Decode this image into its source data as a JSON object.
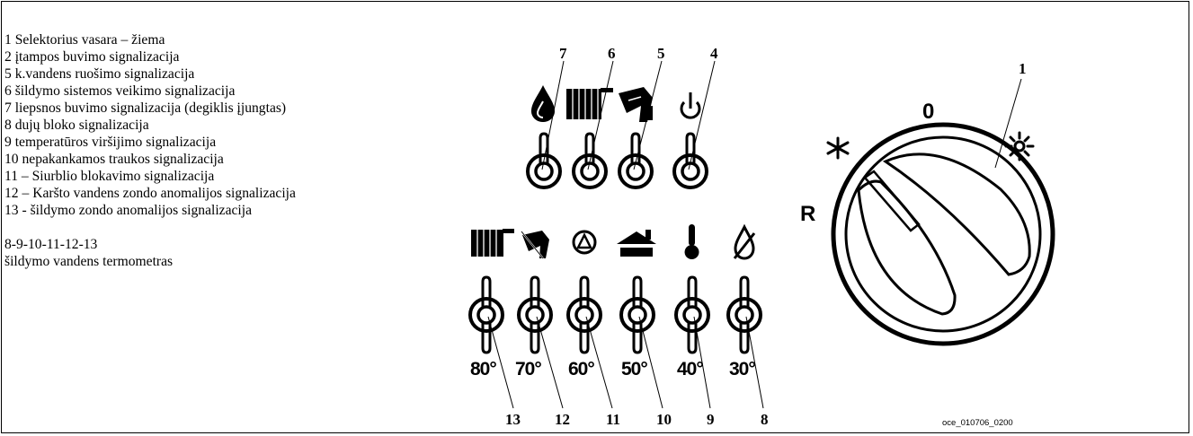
{
  "legend": {
    "items": [
      "1 Selektorius vasara – žiema",
      "2 įtampos buvimo signalizacija",
      "5 k.vandens ruošimo signalizacija",
      "6 šildymo sistemos veikimo signalizacija",
      "7 liepsnos buvimo signalizacija (degiklis įjungtas)",
      "8 dujų bloko signalizacija",
      "9 temperatūros viršijimo signalizacija",
      "10 nepakankamos traukos signalizacija",
      "11 – Siurblio blokavimo signalizacija",
      "12 – Karšto vandens zondo anomalijos signalizacija",
      "13 - šildymo zondo anomalijos signalizacija"
    ],
    "range": "8-9-10-11-12-13",
    "range_caption": "šildymo vandens termometras"
  },
  "top_row": {
    "callouts": [
      "7",
      "6",
      "5",
      "4"
    ],
    "icons": [
      "flame-drop-icon",
      "radiator-icon",
      "tap-icon",
      "power-icon"
    ]
  },
  "bottom_row": {
    "callouts": [
      "13",
      "12",
      "11",
      "10",
      "9",
      "8"
    ],
    "temps": [
      "80°",
      "70°",
      "60°",
      "50°",
      "40°",
      "30°"
    ],
    "icons": [
      "radiator-icon",
      "tap-icon",
      "pump-icon",
      "chimney-house-icon",
      "thermometer-icon",
      "crossed-flame-icon"
    ]
  },
  "dial": {
    "callout": "1",
    "top_label": "0",
    "left_label": "R",
    "winter_icon": "snowflake-icon",
    "summer_icon": "sun-icon"
  },
  "image_code": "oce_010706_0200"
}
